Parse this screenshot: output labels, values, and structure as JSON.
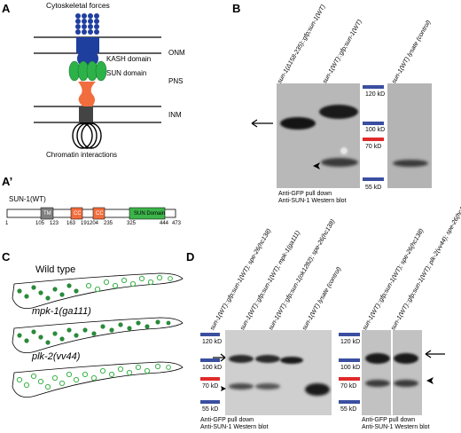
{
  "panels": {
    "A": "A",
    "A_prime": "A’",
    "B": "B",
    "C": "C",
    "D": "D"
  },
  "panelA": {
    "top_label": "Cytoskeletal forces",
    "onm": "ONM",
    "kash": "KASH domain",
    "sun": "SUN domain",
    "pns": "PNS",
    "inm": "INM",
    "bottom_label": "Chromatin interactions"
  },
  "panelAprime": {
    "title": "SUN-1(WT)",
    "domains": [
      {
        "name": "TM",
        "color": "#808080"
      },
      {
        "name": "CC",
        "color": "#f26d3d"
      },
      {
        "name": "CC",
        "color": "#f26d3d"
      },
      {
        "name": "SUN Domain",
        "color": "#3cb44a"
      }
    ],
    "positions": [
      "1",
      "105",
      "123",
      "163",
      "191",
      "204",
      "235",
      "325",
      "444",
      "473"
    ]
  },
  "panelB": {
    "lanes": [
      "sun-1(Δ158-235)::gfp;sun-1(WT)",
      "sun-1(WT)::gfp;sun-1(WT)",
      "sun-1(WT) lysate (control)"
    ],
    "markers": [
      "120 kD",
      "100 kD",
      "70 kD",
      "55 kD"
    ],
    "caption1": "Anti-GFP pull down",
    "caption2": "Anti-SUN-1 Western blot"
  },
  "panelC": {
    "worms": [
      "Wild type",
      "mpk-1(ga111)",
      "plk-2(vv44)"
    ]
  },
  "panelD": {
    "lanes_left": [
      "sun-1(WT)::gfp;sun-1(WT); spe-26(hc138)",
      "sun-1(WT)::gfp;sun-1(WT); mpk-1(ga111)",
      "sun-1(WT)::gfp;sun-1(ok1282); spe-26(hc138)",
      "sun-1(WT) lysate (control)"
    ],
    "lanes_right": [
      "sun-1(WT)::gfp;sun-1(WT); spe-26(hc138)",
      "sun-1(WT)::gfp;sun-1(WT); plk-2(vv44); spe-26(hc138)"
    ],
    "markers": [
      "120 kD",
      "100 kD",
      "70 kD",
      "55 kD"
    ],
    "caption1": "Anti-GFP pull down",
    "caption2": "Anti-SUN-1 Western blot"
  },
  "colors": {
    "membrane": "#000000",
    "kash_blue": "#1f3f9f",
    "sun_green": "#2db24a",
    "inm_orange": "#f26d3d",
    "marker_blue": "#3a4fa0",
    "marker_red": "#e02a2a"
  }
}
